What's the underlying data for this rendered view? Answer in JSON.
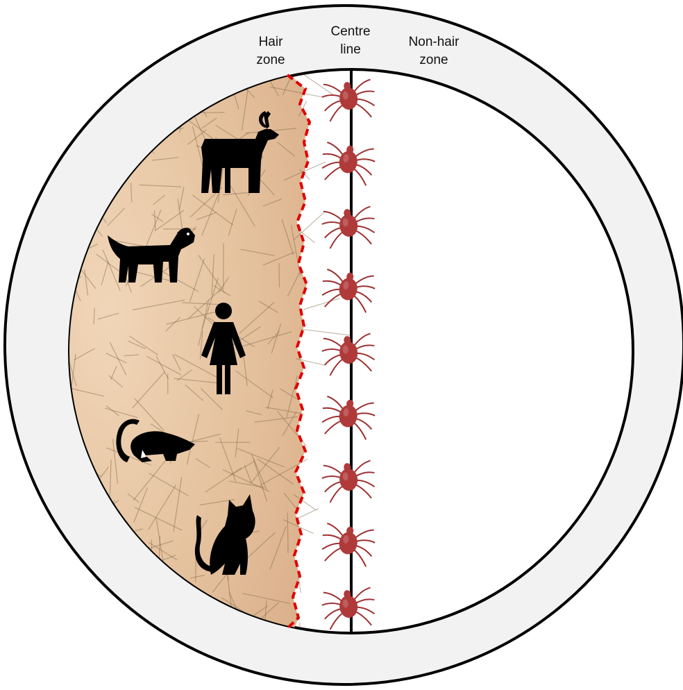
{
  "labels": {
    "hair_zone": {
      "line1": "Hair",
      "line2": "zone"
    },
    "centre_line": {
      "line1": "Centre",
      "line2": "line"
    },
    "non_hair_zone": {
      "line1": "Non-hair",
      "line2": "zone"
    }
  },
  "animals": [
    "deer-icon",
    "dog-icon",
    "woman-icon",
    "rat-icon",
    "cat-icon"
  ],
  "tick_count": 9,
  "colors": {
    "outer_ring": "#f2f2f2",
    "outline": "#000000",
    "boundary_dash": "#e00000",
    "tick_body": "#b03a3a",
    "tick_legs": "#9e3030",
    "hair_skin": "#e8c8a8",
    "hair_fibre": "#7a6446",
    "icon": "#000000"
  }
}
